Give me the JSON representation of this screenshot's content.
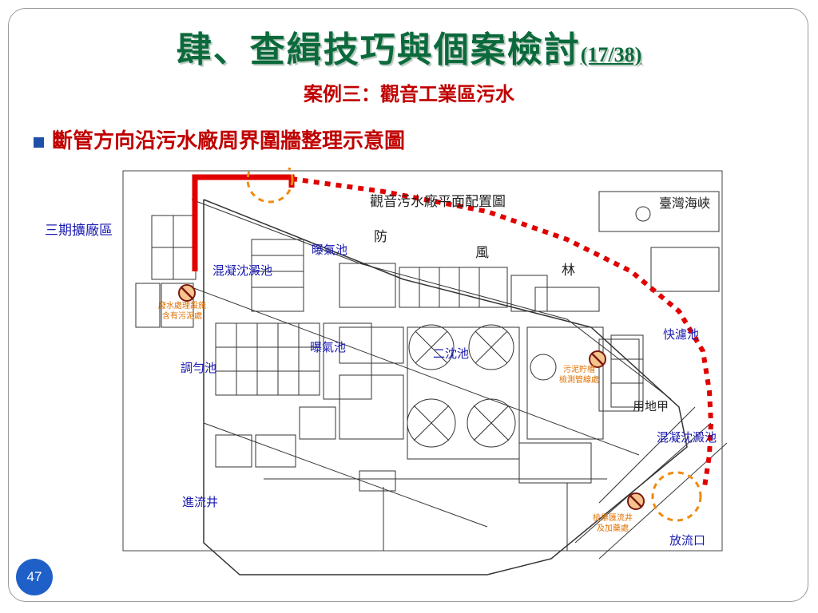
{
  "slide": {
    "title": "肆、查緝技巧與個案檢討",
    "title_num": "(17/38)",
    "subtitle": "案例三：觀音工業區污水",
    "bullet": "斷管方向沿污水廠周界圍牆整理示意圖",
    "page_number": "47"
  },
  "drawing": {
    "plan_title": "觀音污水廠平面配置圖",
    "sea_label": "臺灣海峽",
    "windbreak_chars": [
      "防",
      "風",
      "林"
    ],
    "land_label": "用地甲"
  },
  "labels": {
    "phase3": "三期擴廠區",
    "aeration_top": "曝氣池",
    "concrete_sed_left": "混凝沈澱池",
    "aeration_mid": "曝氣池",
    "secondary_sed": "二沈池",
    "equalization": "調勻池",
    "fast_filter": "快濾池",
    "concrete_sed_right": "混凝沈澱池",
    "inlet_well": "進流井",
    "outfall": "放流口"
  },
  "orange_notes": {
    "left": [
      "廢水處理設施",
      "含有污泥處"
    ],
    "middle": [
      "污泥貯槽",
      "檢測管線處"
    ],
    "bottom": [
      "檢舉匯流井",
      "及加藥處"
    ]
  },
  "colors": {
    "title": "#0b6a3c",
    "red": "#e00000",
    "blue_label": "#1a1ab0",
    "orange": "#f08a10",
    "badge": "#1f5fc8"
  }
}
